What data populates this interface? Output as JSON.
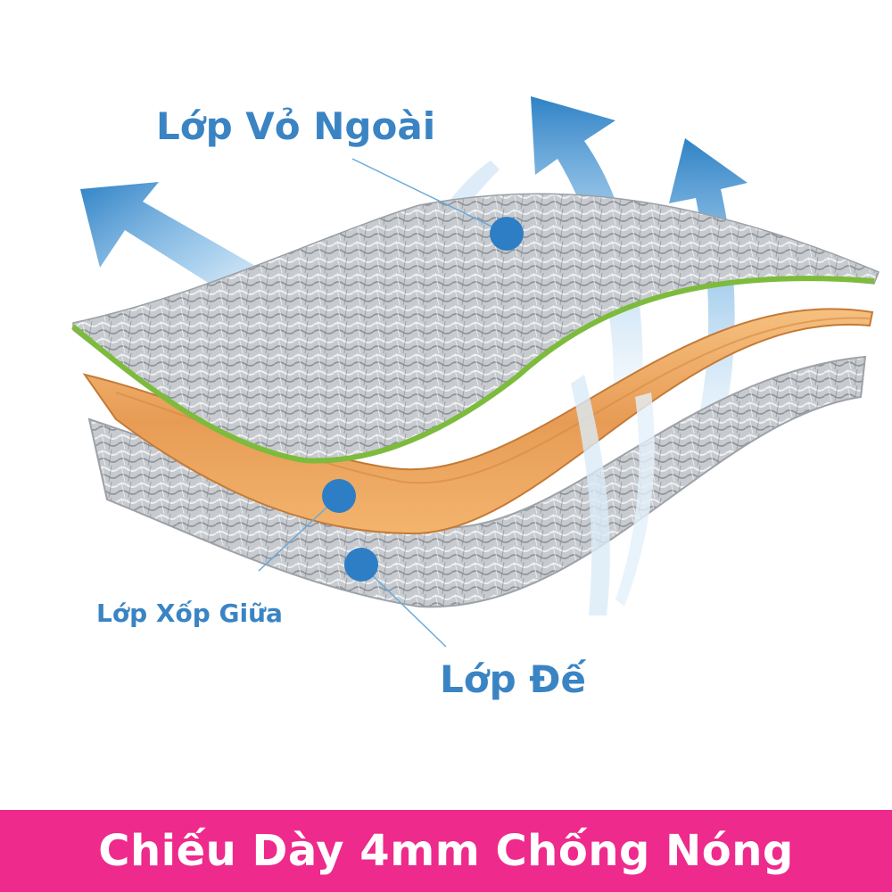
{
  "labels": {
    "outer_layer": "Lớp Vỏ Ngoài",
    "middle_layer": "Lớp Xốp Giữa",
    "base_layer": "Lớp Đế"
  },
  "banner": {
    "text": "Chiếu Dày 4mm Chống Nóng"
  },
  "colors": {
    "label_blue": "#3a84c4",
    "marker_blue": "#2e7ec6",
    "banner_pink": "#ee2a8c",
    "banner_text": "#ffffff",
    "foil_silver": "#c9ccd0",
    "foam_orange": "#eaa45e",
    "edge_green": "#7dbb3c",
    "arrow_blue": "#3d8fd0"
  }
}
